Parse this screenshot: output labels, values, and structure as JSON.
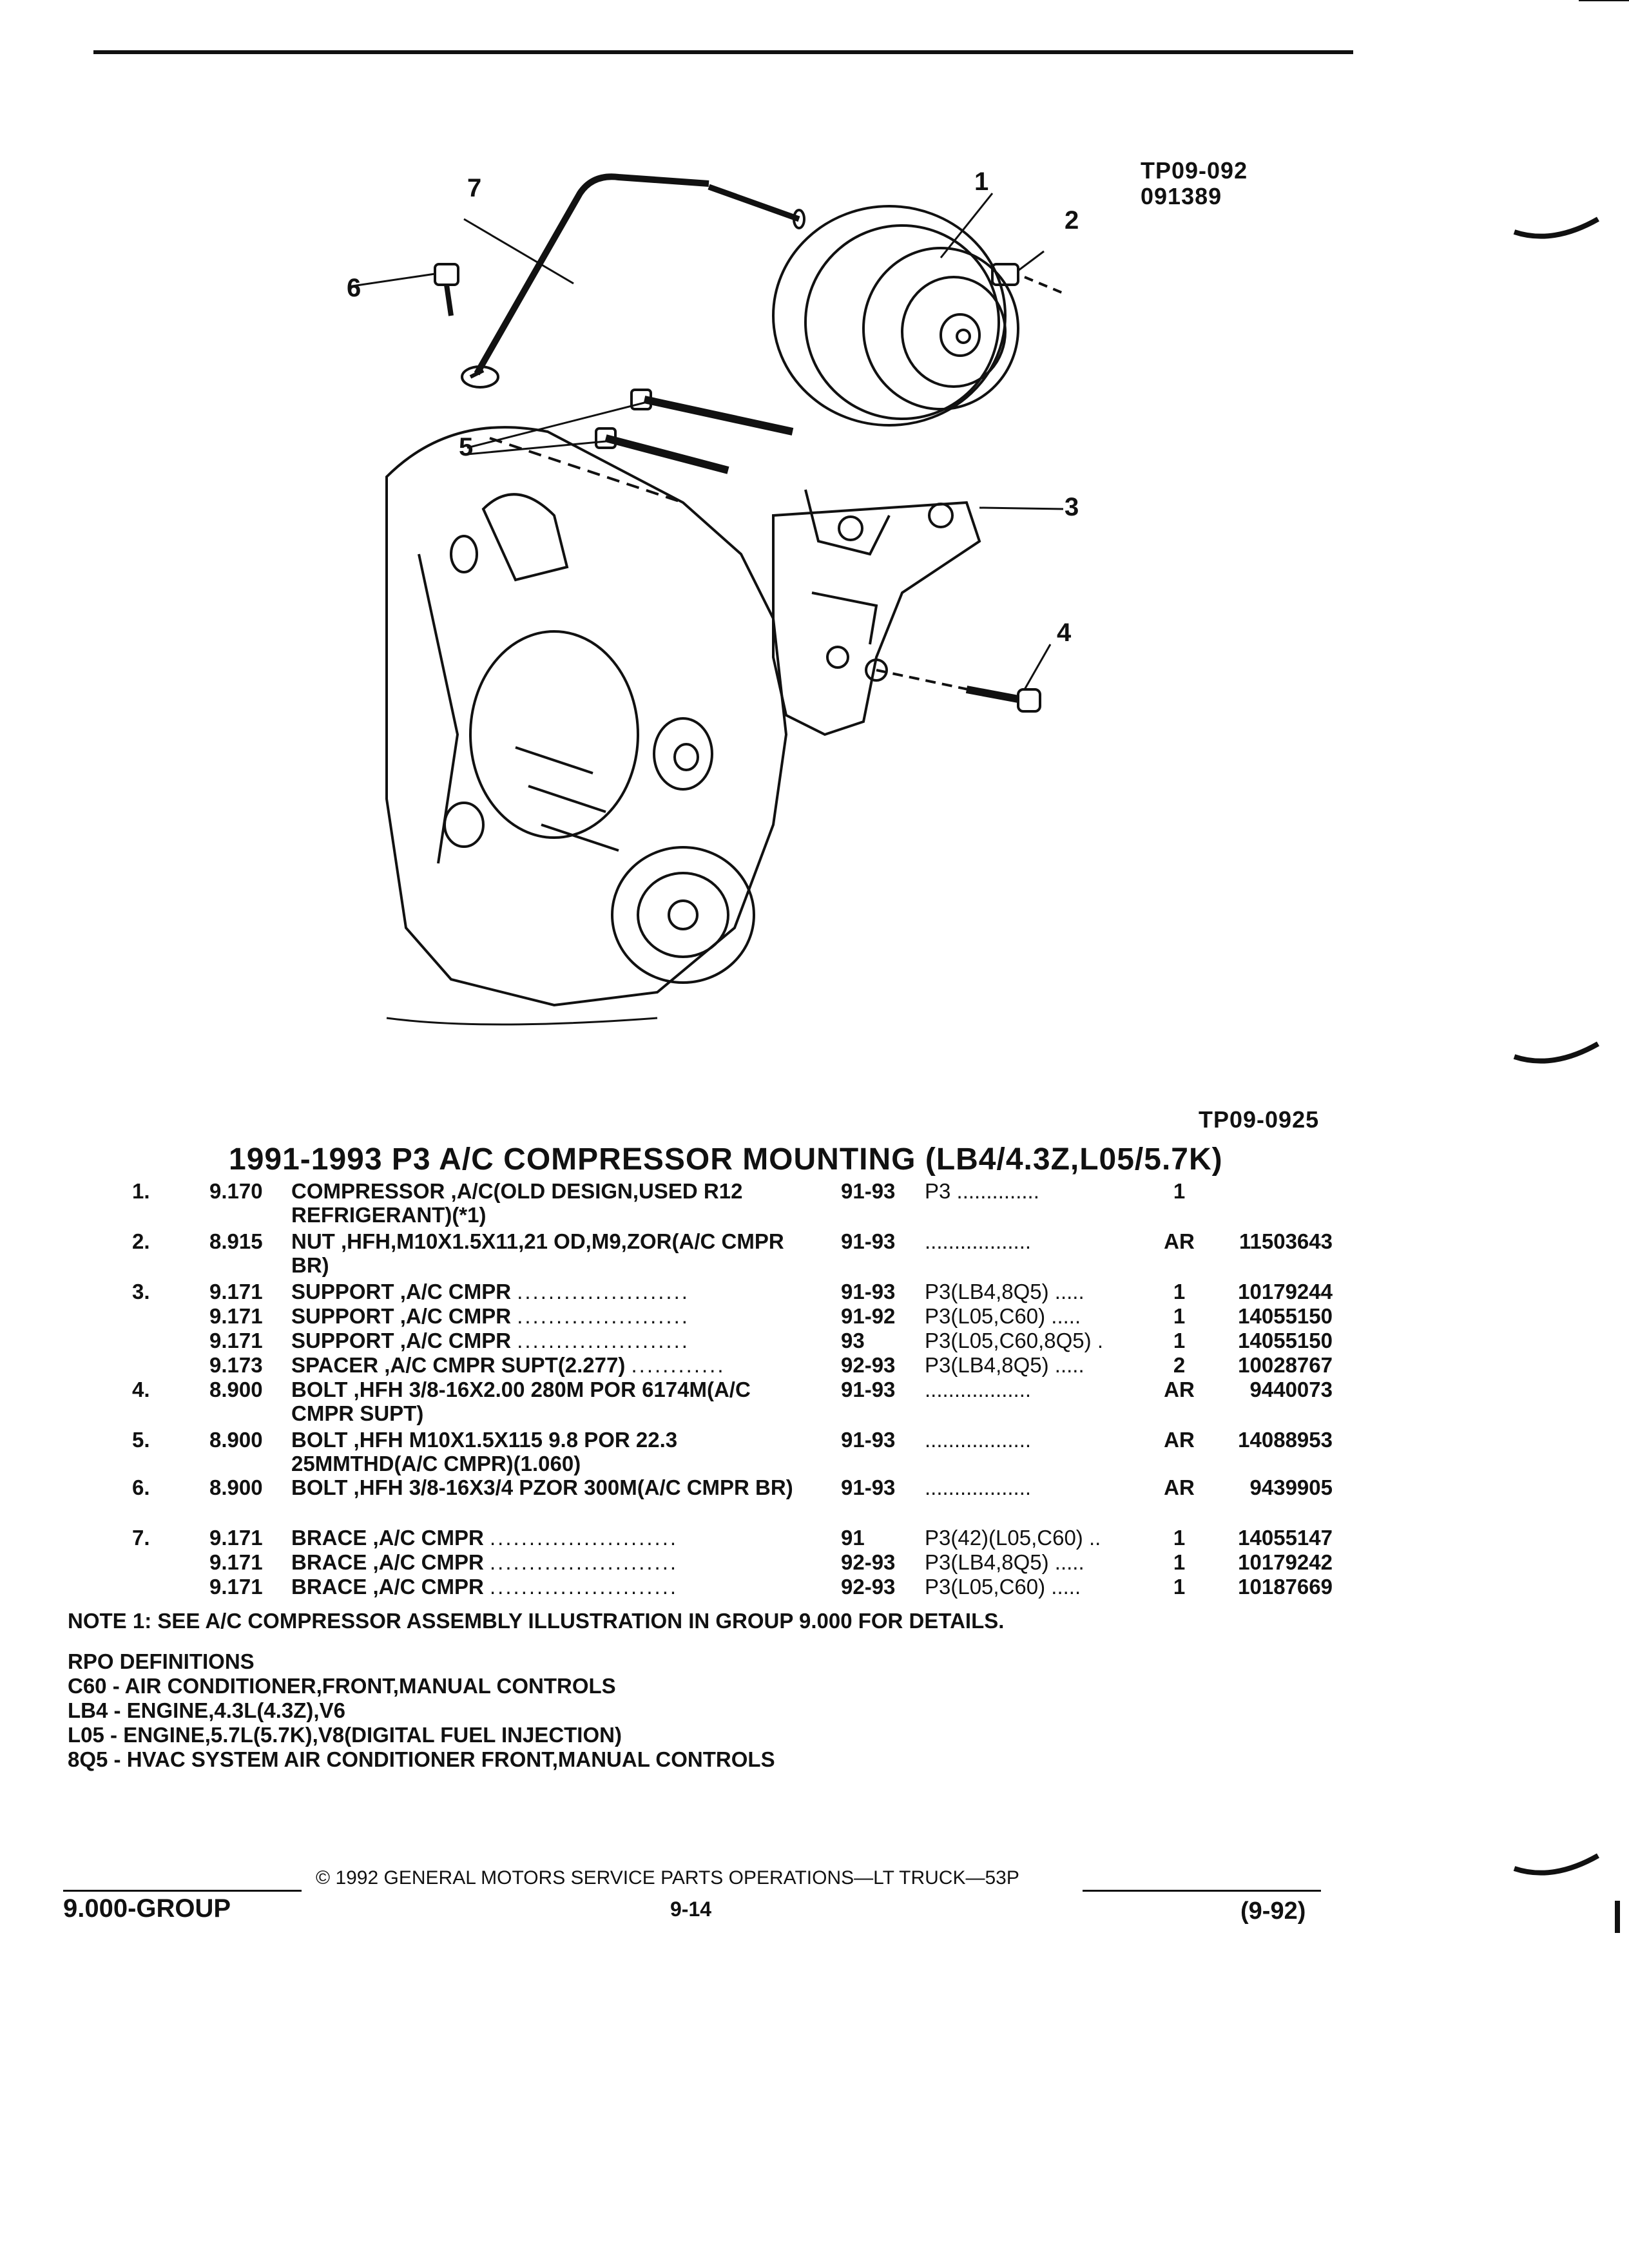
{
  "figure_codes": {
    "top_line1": "TP09-092",
    "top_line2": "091389",
    "bottom": "TP09-0925"
  },
  "callouts": [
    "1",
    "2",
    "3",
    "4",
    "5",
    "6",
    "7"
  ],
  "title": "1991-1993 P3 A/C COMPRESSOR MOUNTING (LB4/4.3Z,L05/5.7K)",
  "parts": [
    {
      "num": "1.",
      "grp": "9.170",
      "name": "COMPRESSOR",
      "rest": " ,A/C(OLD DESIGN,USED R12 REFRIGERANT)(*1)",
      "dots": "",
      "years": "91-93",
      "model": "P3 ..............",
      "qty": "1",
      "part": ""
    },
    {
      "num": "2.",
      "grp": "8.915",
      "name": "NUT",
      "rest": " ,HFH,M10X1.5X11,21 OD,M9,ZOR(A/C CMPR BR)",
      "dots": "",
      "years": "91-93",
      "model": "..................",
      "qty": "AR",
      "part": "11503643"
    },
    {
      "num": "3.",
      "grp": "9.171",
      "name": "SUPPORT",
      "rest": " ,A/C CMPR",
      "dots": "......................",
      "years": "91-93",
      "model": "P3(LB4,8Q5) .....",
      "qty": "1",
      "part": "10179244"
    },
    {
      "num": "",
      "grp": "9.171",
      "name": "SUPPORT",
      "rest": " ,A/C CMPR",
      "dots": "......................",
      "years": "91-92",
      "model": "P3(L05,C60) .....",
      "qty": "1",
      "part": "14055150"
    },
    {
      "num": "",
      "grp": "9.171",
      "name": "SUPPORT",
      "rest": " ,A/C CMPR",
      "dots": "......................",
      "years": "93",
      "model": "P3(L05,C60,8Q5) .",
      "qty": "1",
      "part": "14055150"
    },
    {
      "num": "",
      "grp": "9.173",
      "name": "SPACER",
      "rest": " ,A/C CMPR SUPT(2.277)",
      "dots": "............",
      "years": "92-93",
      "model": "P3(LB4,8Q5) .....",
      "qty": "2",
      "part": "10028767"
    },
    {
      "num": "4.",
      "grp": "8.900",
      "name": "BOLT",
      "rest": " ,HFH 3/8-16X2.00 280M POR 6174M(A/C CMPR SUPT)",
      "dots": "",
      "years": "91-93",
      "model": "..................",
      "qty": "AR",
      "part": "9440073"
    },
    {
      "num": "5.",
      "grp": "8.900",
      "name": "BOLT",
      "rest": " ,HFH M10X1.5X115 9.8 POR 22.3 25MMTHD(A/C CMPR)(1.060)",
      "dots": "",
      "years": "91-93",
      "model": "..................",
      "qty": "AR",
      "part": "14088953"
    },
    {
      "num": "6.",
      "grp": "8.900",
      "name": "BOLT",
      "rest": " ,HFH 3/8-16X3/4 PZOR 300M(A/C CMPR BR)",
      "dots": "",
      "years": "91-93",
      "model": "..................",
      "qty": "AR",
      "part": "9439905"
    },
    {
      "num": "7.",
      "grp": "9.171",
      "name": "BRACE",
      "rest": " ,A/C CMPR",
      "dots": "........................",
      "years": "91",
      "model": "P3(42)(L05,C60) ..",
      "qty": "1",
      "part": "14055147"
    },
    {
      "num": "",
      "grp": "9.171",
      "name": "BRACE",
      "rest": " ,A/C CMPR",
      "dots": "........................",
      "years": "92-93",
      "model": "P3(LB4,8Q5) .....",
      "qty": "1",
      "part": "10179242"
    },
    {
      "num": "",
      "grp": "9.171",
      "name": "BRACE",
      "rest": " ,A/C CMPR",
      "dots": "........................",
      "years": "92-93",
      "model": "P3(L05,C60) .....",
      "qty": "1",
      "part": "10187669"
    }
  ],
  "note": "NOTE  1:  SEE A/C COMPRESSOR ASSEMBLY ILLUSTRATION IN GROUP 9.000 FOR DETAILS.",
  "rpo": {
    "heading": "RPO DEFINITIONS",
    "items": [
      "C60 - AIR CONDITIONER,FRONT,MANUAL CONTROLS",
      "LB4 - ENGINE,4.3L(4.3Z),V6",
      "L05 - ENGINE,5.7L(5.7K),V8(DIGITAL FUEL INJECTION)",
      "8Q5 - HVAC SYSTEM AIR CONDITIONER FRONT,MANUAL CONTROLS"
    ]
  },
  "footer": {
    "group": "9.000-GROUP",
    "copyright": "©  1992  GENERAL MOTORS SERVICE PARTS OPERATIONS—LT TRUCK—53P",
    "page": "9-14",
    "date": "(9-92)"
  }
}
